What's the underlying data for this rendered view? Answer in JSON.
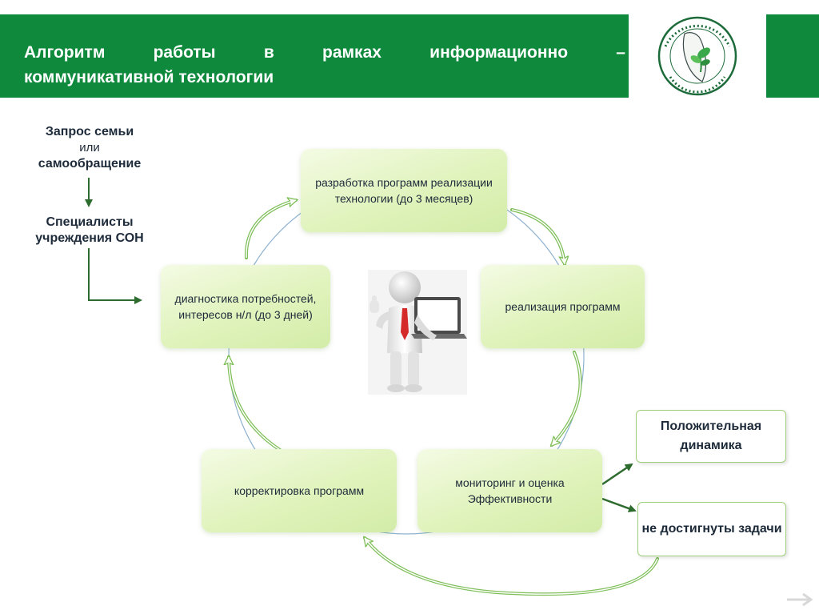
{
  "header": {
    "title_words": [
      "Алгоритм",
      "работы",
      "в",
      "рамках",
      "информационно",
      "–"
    ],
    "title_line2": "коммуникативной технологии",
    "logo_alt": "Министерство социальной политики Красноярского края",
    "colors": {
      "header_bg": "#0f8a3c",
      "node_fill": "#e0f3bc",
      "arrow": "#2e6b2e"
    }
  },
  "left_flow": {
    "request_line1": "Запрос семьи",
    "request_or": "или",
    "request_line3": "самообращение",
    "specialists": "Специалисты учреждения СОН"
  },
  "cycle": {
    "development": "разработка программ реализации технологии (до 3 месяцев)",
    "implementation": "реализация программ",
    "monitoring": "мониторинг и оценка Эффективности",
    "correction": "корректировка  программ",
    "diagnostics": "диагностика потребностей, интересов н/л (до 3 дней)"
  },
  "outcomes": {
    "positive": "Положительная динамика",
    "not_achieved": "не достигнуты задачи"
  }
}
